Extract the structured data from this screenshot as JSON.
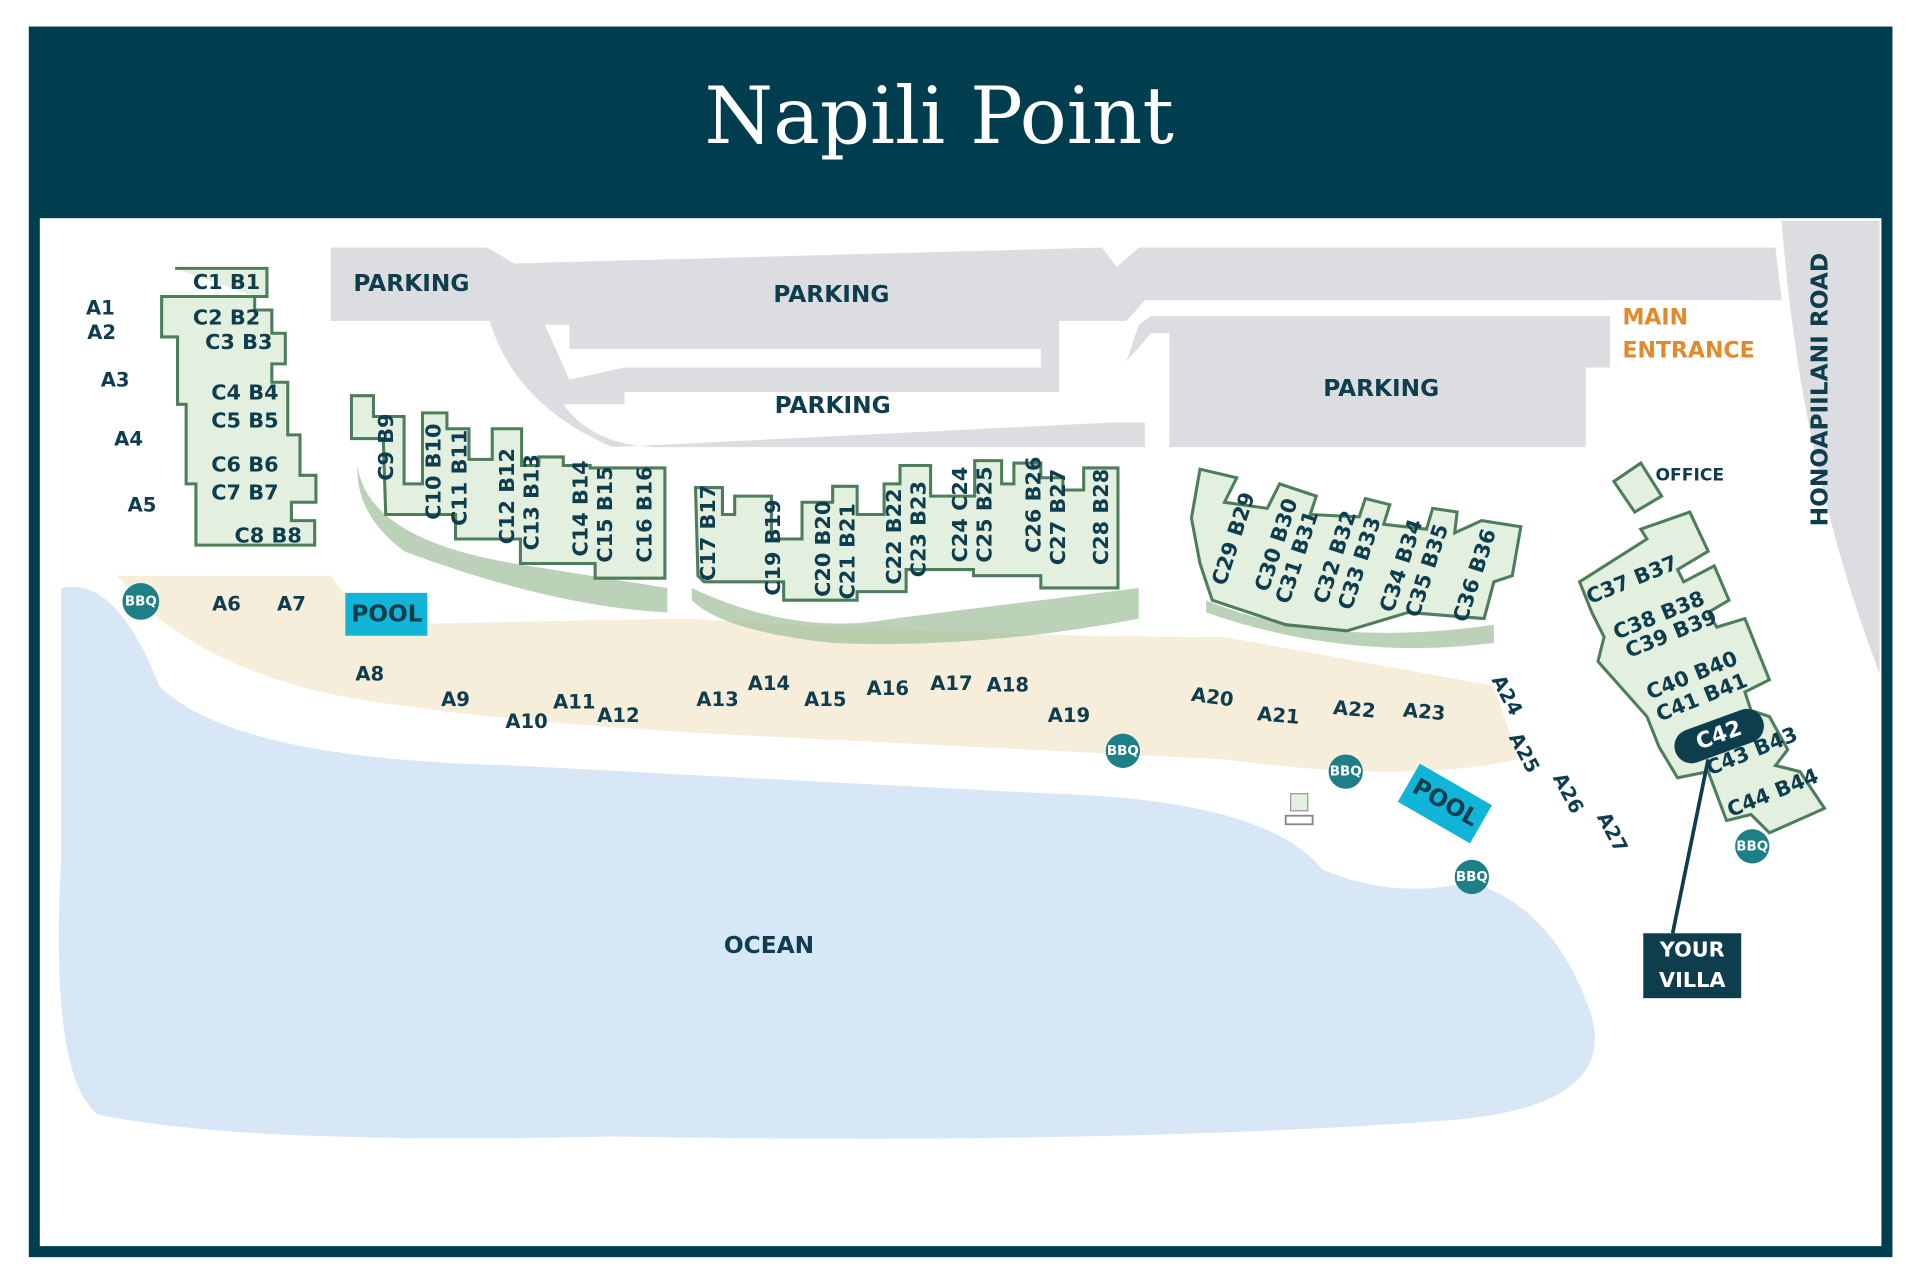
{
  "title": "Napili Point",
  "colors": {
    "frame": "#003d4f",
    "parking": "#dcdde0",
    "ocean": "#d8e7f6",
    "sand": "#f6eddb",
    "building": "#e3efdf",
    "pool": "#12b4d8",
    "bbq": "#1e7f86",
    "accent_orange": "#e08a2c"
  },
  "parking_labels": [
    "PARKING",
    "PARKING",
    "PARKING",
    "PARKING"
  ],
  "main_entrance": [
    "MAIN",
    "ENTRANCE"
  ],
  "road": "HONOAPIILANI ROAD",
  "office": "OFFICE",
  "pools": [
    "POOL",
    "POOL"
  ],
  "bbq": [
    "BBQ",
    "BBQ",
    "BBQ",
    "BBQ",
    "BBQ"
  ],
  "ocean": "OCEAN",
  "your_villa": [
    "YOUR",
    "VILLA"
  ],
  "highlighted_unit": "C42",
  "a_units": [
    "A1",
    "A2",
    "A3",
    "A4",
    "A5",
    "A6",
    "A7",
    "A8",
    "A9",
    "A10",
    "A11",
    "A12",
    "A13",
    "A14",
    "A15",
    "A16",
    "A17",
    "A18",
    "A19",
    "A20",
    "A21",
    "A22",
    "A23",
    "A24",
    "A25",
    "A26",
    "A27"
  ],
  "bc_units": [
    "C1 B1",
    "C2 B2",
    "C3 B3",
    "C4 B4",
    "C5 B5",
    "C6 B6",
    "C7 B7",
    "C8 B8",
    "C9 B9",
    "C10 B10",
    "C11 B11",
    "C12 B12",
    "C13 B13",
    "C14 B14",
    "C15 B15",
    "C16 B16",
    "C17 B17",
    "C19 B19",
    "C20 B20",
    "C21 B21",
    "C22 B22",
    "C23 B23",
    "C24 C24",
    "C25 B25",
    "C26 B26",
    "C27 B27",
    "C28 B28",
    "C29 B29",
    "C30 B30",
    "C31 B31",
    "C32 B32",
    "C33 B33",
    "C34 B34",
    "C35 B35",
    "C36 B36",
    "C37 B37",
    "C38 B38",
    "C39 B39",
    "C40 B40",
    "C41 B41",
    "C43 B43",
    "C44 B44"
  ]
}
